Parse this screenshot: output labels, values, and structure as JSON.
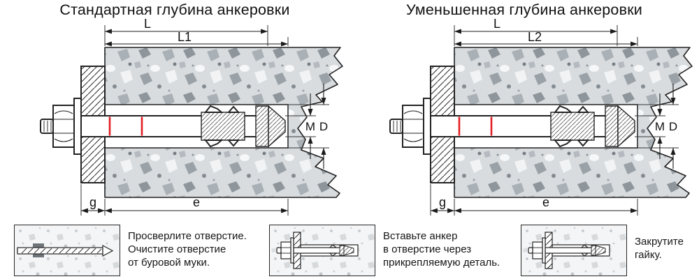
{
  "titles": {
    "left": "Стандартная глубина анкеровки",
    "right": "Уменьшенная глубина анкеровки"
  },
  "diagrams": {
    "left": {
      "length_label": "L",
      "depth_label": "L1",
      "thread_label": "M",
      "drill_diameter_label": "D",
      "fixture_thickness_label": "g",
      "hole_depth_label": "e"
    },
    "right": {
      "length_label": "L",
      "depth_label": "L2",
      "thread_label": "M",
      "drill_diameter_label": "D",
      "fixture_thickness_label": "g",
      "hole_depth_label": "e"
    }
  },
  "steps": [
    {
      "text": "Просверлите отверстие.\nОчистите отверстие\nот буровой муки."
    },
    {
      "text": "Вставьте анкер\nв отверстие через\nприкрепляемую деталь."
    },
    {
      "text": "Закрутите\nгайку."
    }
  ],
  "colors": {
    "depth_mark_red": "#e31e24",
    "concrete_fill": "#d8dcdf",
    "line_color": "#1a1a1a"
  }
}
